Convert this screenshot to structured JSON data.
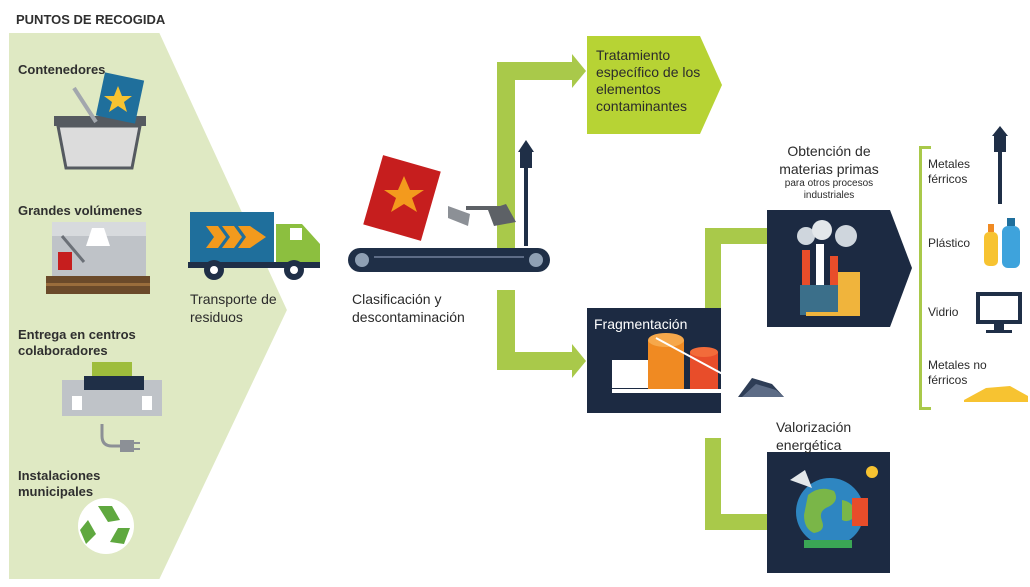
{
  "collection": {
    "title": "PUNTOS DE RECOGIDA",
    "items": [
      {
        "label": "Contenedores",
        "icon": "shopping-basket-icon"
      },
      {
        "label": "Grandes volúmenes",
        "icon": "appliance-pallet-icon"
      },
      {
        "label": "Entrega en centros colaboradores",
        "icon": "store-plug-icon"
      },
      {
        "label": "Instalaciones municipales",
        "icon": "recycle-icon"
      }
    ]
  },
  "transport": {
    "label": "Transporte de residuos",
    "icon": "truck-icon"
  },
  "sorting": {
    "label": "Clasificación y descontaminación",
    "icon": "conveyor-belt-icon"
  },
  "treatment": {
    "label": "Tratamiento específico de los elementos contaminantes"
  },
  "fragmentation": {
    "label": "Fragmentación",
    "icon": "shredding-plant-icon"
  },
  "raw_materials": {
    "title": "Obtención de materias primas",
    "subtitle": "para otros procesos industriales",
    "icon": "factory-icon"
  },
  "energy": {
    "title": "Valorización energética",
    "icon": "globe-energy-icon"
  },
  "materials": [
    {
      "label": "Metales férricos",
      "icon": "street-lamp-icon"
    },
    {
      "label": "Plástico",
      "icon": "plastic-bottles-icon"
    },
    {
      "label": "Vidrio",
      "icon": "monitor-icon"
    },
    {
      "label": "Metales no férricos",
      "icon": "metal-pile-icon"
    }
  ],
  "colors": {
    "green_light": "#dfe9c3",
    "green": "#a9c94a",
    "green_bright": "#b7d334",
    "navy": "#1c2a42"
  }
}
